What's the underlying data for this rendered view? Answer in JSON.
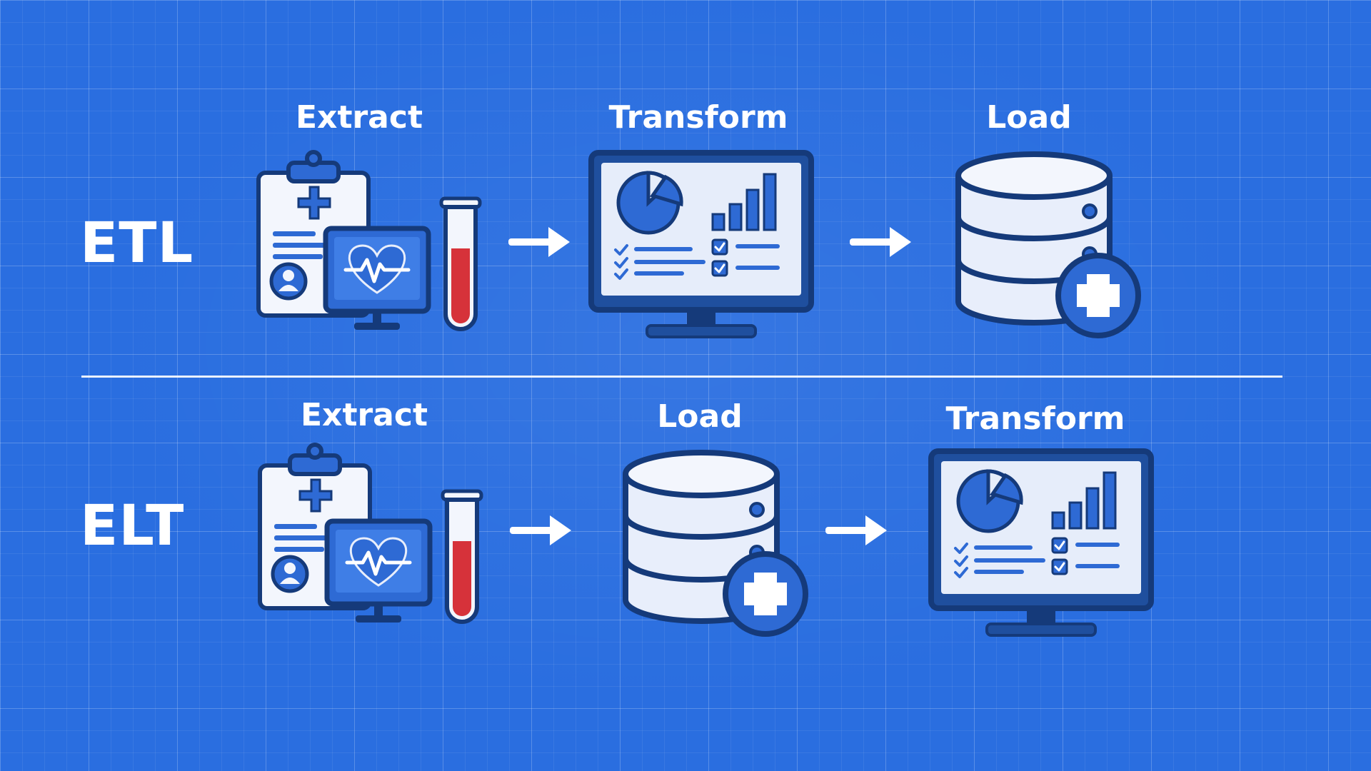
{
  "etl": {
    "label": "ETL",
    "stages": [
      "Extract",
      "Transform",
      "Load"
    ]
  },
  "elt": {
    "label": "ELT",
    "stages": [
      "Extract",
      "Load",
      "Transform"
    ]
  },
  "icons": {
    "extract": "medical-records-icon",
    "transform": "analytics-monitor-icon",
    "load": "health-database-icon",
    "arrow": "arrow-right-icon"
  },
  "colors": {
    "background": "#2a6ee0",
    "outline": "#153a7a",
    "icon_fill": "#e8eefb",
    "accent": "#2e6ad4",
    "blood": "#d6323a",
    "text": "#ffffff"
  }
}
